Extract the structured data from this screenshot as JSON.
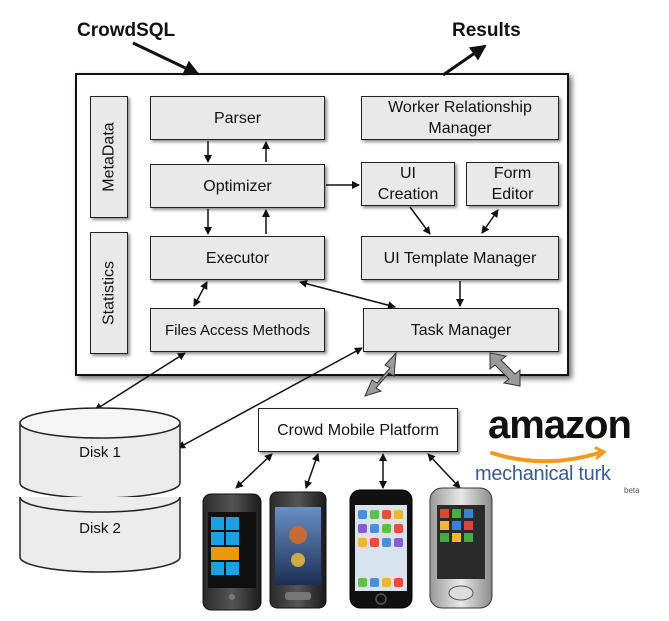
{
  "labels": {
    "input": "CrowdSQL",
    "output": "Results"
  },
  "components": {
    "metadata": "MetaData",
    "statistics": "Statistics",
    "parser": "Parser",
    "optimizer": "Optimizer",
    "executor": "Executor",
    "files_access": "Files Access Methods",
    "worker_relationship": "Worker Relationship Manager",
    "ui_creation": "UI Creation",
    "form_editor": "Form Editor",
    "ui_template": "UI Template Manager",
    "task_manager": "Task Manager",
    "crowd_mobile": "Crowd Mobile Platform"
  },
  "storage": {
    "disk1": "Disk 1",
    "disk2": "Disk 2"
  },
  "amazon": {
    "word": "amazon",
    "sub": "mechanical turk",
    "beta": "beta"
  },
  "phones": [
    "windows-phone-icon",
    "samsung-phone-icon",
    "iphone-icon",
    "samsung-android-phone-icon"
  ]
}
